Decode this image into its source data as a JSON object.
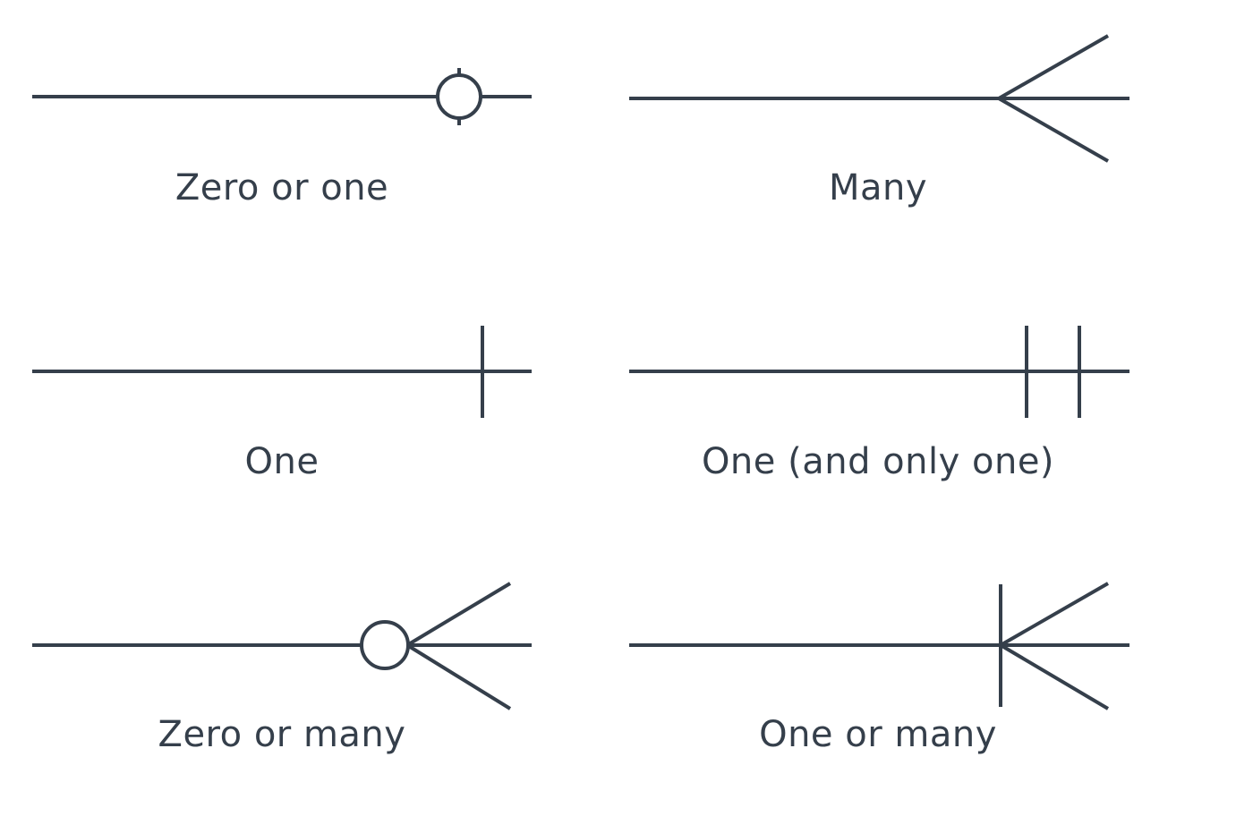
{
  "colors": {
    "line": "#353f4b",
    "background": "#ffffff"
  },
  "notations": [
    {
      "label": "Zero or one"
    },
    {
      "label": "Many"
    },
    {
      "label": "One"
    },
    {
      "label": "One (and only one)"
    },
    {
      "label": "Zero or many"
    },
    {
      "label": "One or many"
    }
  ]
}
